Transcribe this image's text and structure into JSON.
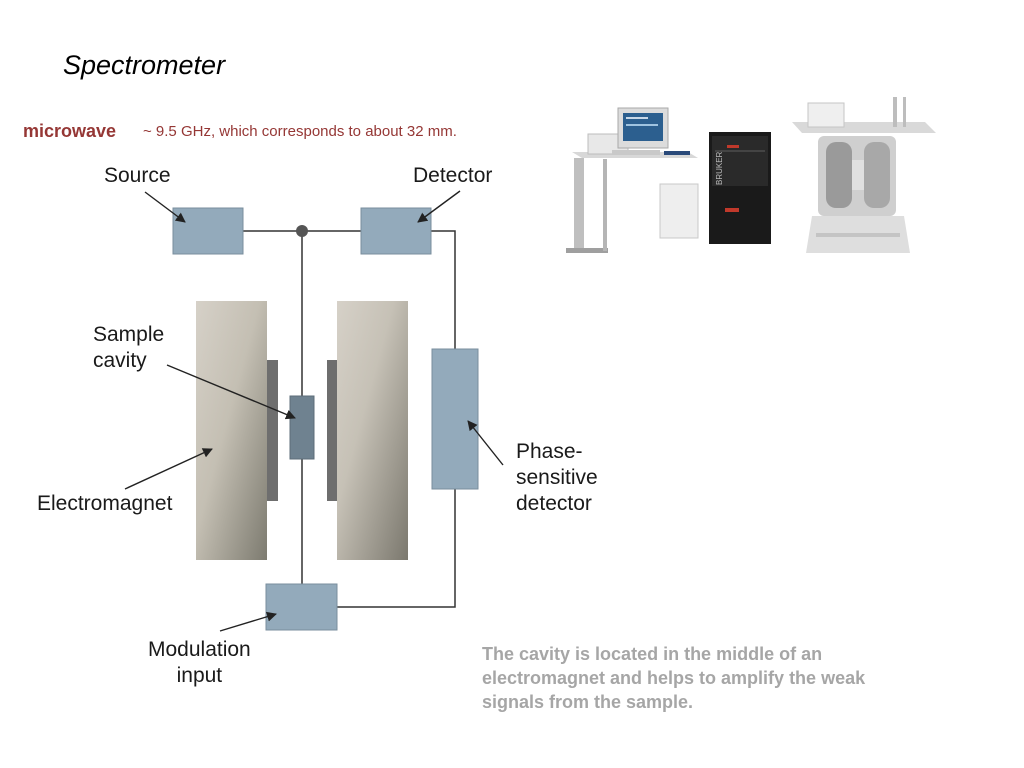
{
  "title": "Spectrometer",
  "microwave": {
    "label": "microwave",
    "description": "~ 9.5 GHz, which corresponds to about 32 mm."
  },
  "diagram": {
    "source": "Source",
    "detector": "Detector",
    "sample_cavity": [
      "Sample",
      "cavity"
    ],
    "electromagnet": "Electromagnet",
    "phase_sensitive_detector": [
      "Phase-",
      "sensitive",
      "detector"
    ],
    "modulation_input": [
      "Modulation",
      "input"
    ]
  },
  "photo": {
    "console_text": "BRUKER"
  },
  "note": "The cavity is located in the middle of an electromagnet and helps to amplify the weak signals from the sample.",
  "colors": {
    "box_fill": "#93aabb",
    "title_accent": "#953735",
    "note_text": "#a6a6a6"
  }
}
